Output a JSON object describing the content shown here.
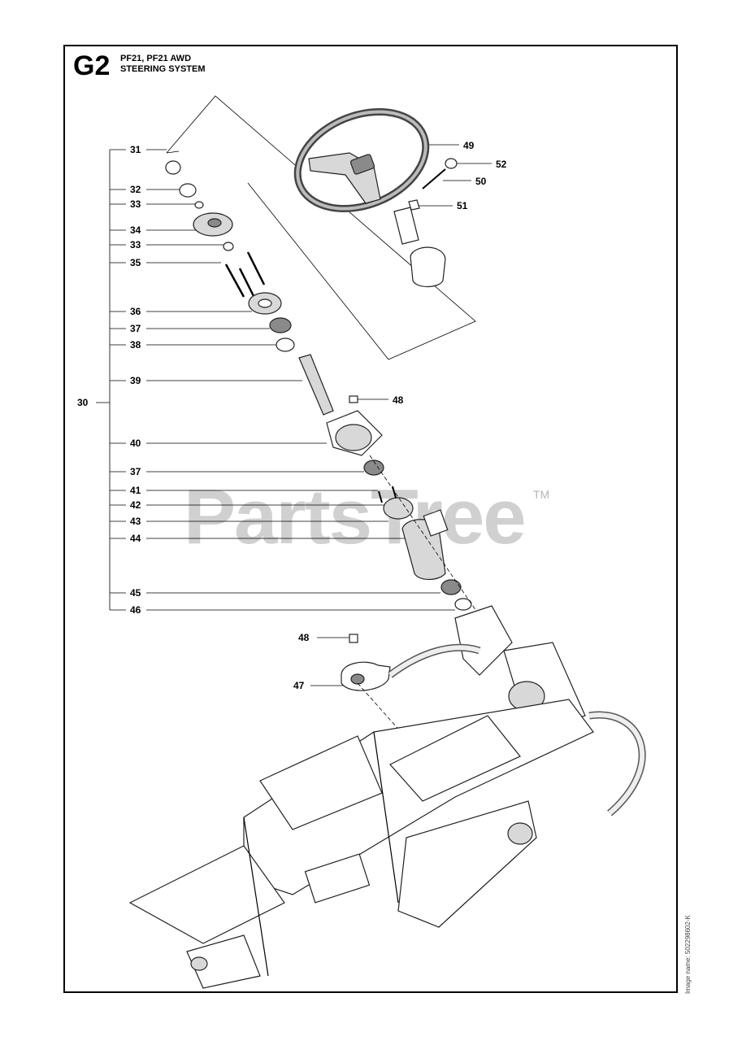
{
  "header": {
    "code": "G2",
    "line1": "PF21, PF21 AWD",
    "line2": "STEERING SYSTEM"
  },
  "watermark": {
    "text": "PartsTree",
    "tm": "TM"
  },
  "image_name": "Image name: 502298602-K",
  "group_label": "30",
  "callouts": {
    "c31": "31",
    "c32": "32",
    "c33a": "33",
    "c34": "34",
    "c33b": "33",
    "c35": "35",
    "c36": "36",
    "c37a": "37",
    "c38": "38",
    "c39": "39",
    "c40": "40",
    "c37b": "37",
    "c41": "41",
    "c42": "42",
    "c43": "43",
    "c44": "44",
    "c45": "45",
    "c46": "46",
    "c48a": "48",
    "c48b": "48",
    "c47": "47",
    "c49": "49",
    "c50": "50",
    "c51": "51",
    "c52": "52"
  }
}
